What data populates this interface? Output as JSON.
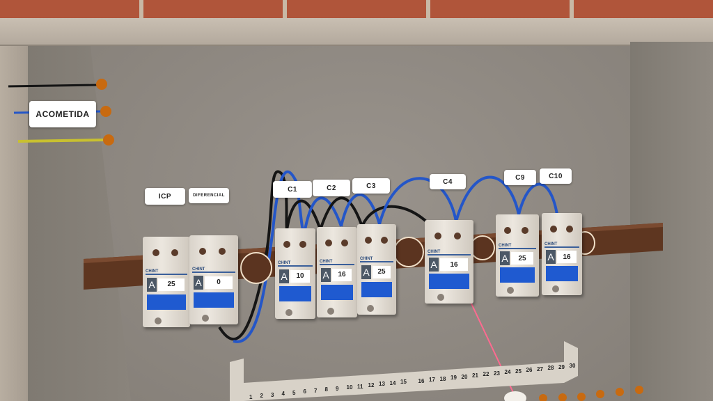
{
  "scene": {
    "acometida_label": "ACOMETIDA",
    "brand": "CHINT",
    "unit_letter": "A",
    "labels": [
      {
        "id": "icp",
        "text": "ICP"
      },
      {
        "id": "diferencial",
        "text": "DIFERENCIAL"
      },
      {
        "id": "c1",
        "text": "C1"
      },
      {
        "id": "c2",
        "text": "C2"
      },
      {
        "id": "c3",
        "text": "C3"
      },
      {
        "id": "c4",
        "text": "C4"
      },
      {
        "id": "c9",
        "text": "C9"
      },
      {
        "id": "c10",
        "text": "C10"
      }
    ],
    "breakers": [
      {
        "id": "icp",
        "rating": "25"
      },
      {
        "id": "diferencial",
        "rating": "0"
      },
      {
        "id": "c1",
        "rating": "10"
      },
      {
        "id": "c2",
        "rating": "16"
      },
      {
        "id": "c3",
        "rating": "25"
      },
      {
        "id": "c4",
        "rating": "16"
      },
      {
        "id": "c9",
        "rating": "25"
      },
      {
        "id": "c10",
        "rating": "16"
      }
    ],
    "terminals": [
      "1",
      "2",
      "3",
      "4",
      "5",
      "6",
      "7",
      "8",
      "9",
      "10",
      "11",
      "12",
      "13",
      "14",
      "15",
      "16",
      "17",
      "18",
      "19",
      "20",
      "21",
      "22",
      "23",
      "24",
      "25",
      "26",
      "27",
      "28",
      "29",
      "30"
    ],
    "colors": {
      "wire_blue": "#2456c8",
      "wire_black": "#151515",
      "wire_yellow": "#c8c030",
      "rail": "#5e3620",
      "laser": "#ff6a90"
    }
  }
}
